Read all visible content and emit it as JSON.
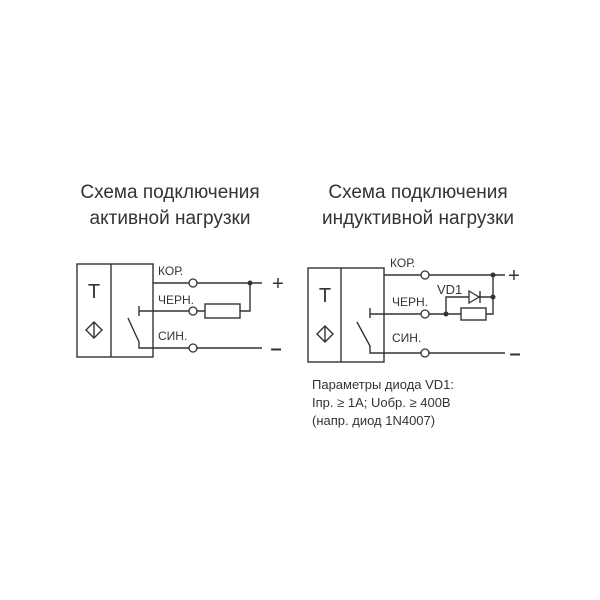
{
  "left": {
    "title_line1": "Схема подключения",
    "title_line2": "активной нагрузки",
    "sensor_label": "T",
    "wire_brown": "КОР.",
    "wire_black": "ЧЕРН.",
    "wire_blue": "СИН.",
    "plus": "+",
    "minus": "–"
  },
  "right": {
    "title_line1": "Схема подключения",
    "title_line2": "индуктивной нагрузки",
    "sensor_label": "T",
    "wire_brown": "КОР.",
    "wire_black": "ЧЕРН.",
    "wire_blue": "СИН.",
    "diode_label": "VD1",
    "plus": "+",
    "minus": "–",
    "note_line1": "Параметры диода VD1:",
    "note_line2": "Iпр. ≥ 1А; Uобр. ≥ 400В",
    "note_line3": "(напр. диод 1N4007)"
  }
}
